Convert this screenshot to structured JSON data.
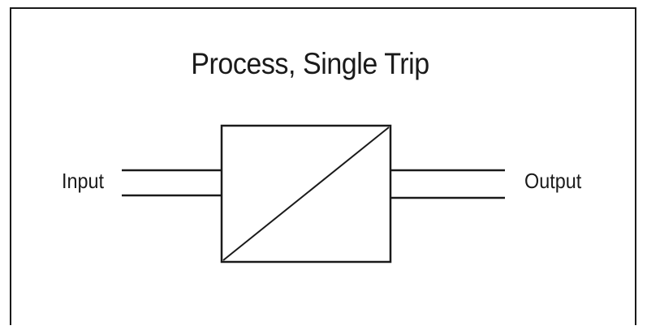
{
  "title": "Process, Single Trip",
  "input_label": "Input",
  "output_label": "Output",
  "colors": {
    "line": "#1a1a1a",
    "background": "#ffffff"
  }
}
